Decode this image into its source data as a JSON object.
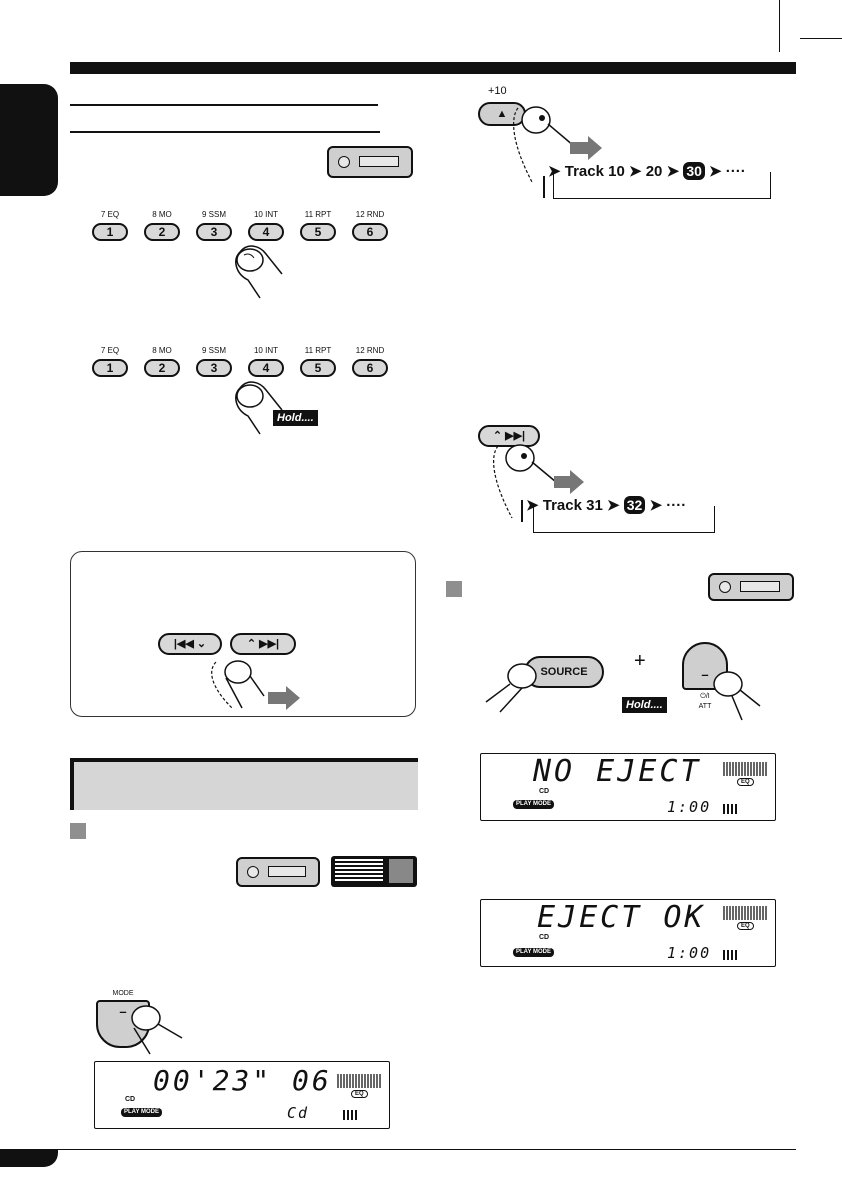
{
  "preset_keys": [
    {
      "number": "1",
      "top_label": "7  EQ"
    },
    {
      "number": "2",
      "top_label": "8  MO"
    },
    {
      "number": "3",
      "top_label": "9  SSM"
    },
    {
      "number": "4",
      "top_label": "10  INT"
    },
    {
      "number": "5",
      "top_label": "11  RPT"
    },
    {
      "number": "6",
      "top_label": "12  RND"
    }
  ],
  "hold_label": "Hold....",
  "eject_key": {
    "label": "+10"
  },
  "seq_eject": {
    "prefix": "Track 10",
    "second": "20",
    "badge": "30",
    "dots": "····"
  },
  "skip_key": {
    "label": "⌃ ▶▶|"
  },
  "seq_skip": {
    "prefix": "Track 31",
    "badge": "32",
    "dots": "····"
  },
  "tip_keys": {
    "left": "|◀◀ ⌄",
    "right": "⌃ ▶▶|"
  },
  "source_key": {
    "label": "SOURCE"
  },
  "plus_sign": "+",
  "power_key": {
    "minus": "–",
    "label": "⏻/I",
    "sub": "ATT"
  },
  "mode_key": {
    "label": "MODE",
    "minus": "–"
  },
  "lcd_no_eject": {
    "main": "NO EJECT",
    "cd": "CD",
    "play_mode": "PLAY MODE",
    "eq": "EQ",
    "clock": "1:00"
  },
  "lcd_eject_ok": {
    "main": "EJECT OK",
    "cd": "CD",
    "play_mode": "PLAY MODE",
    "eq": "EQ",
    "clock": "1:00"
  },
  "lcd_mode": {
    "main": "00'23\" 06",
    "cd": "CD",
    "play_mode": "PLAY MODE",
    "eq": "EQ",
    "clock": "Cd"
  }
}
